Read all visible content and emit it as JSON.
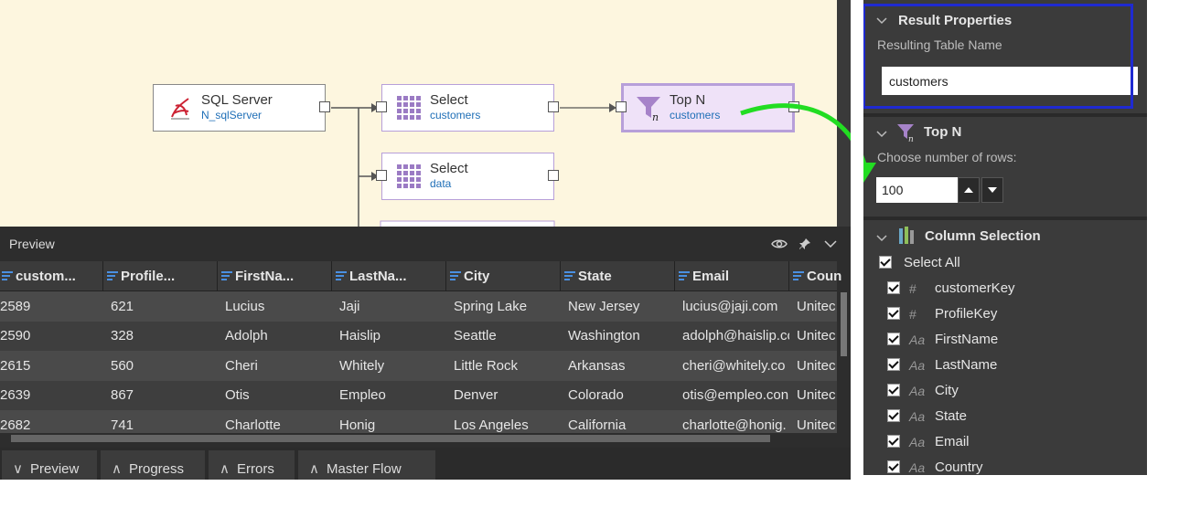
{
  "canvas": {
    "nodes": [
      {
        "id": "sql",
        "title": "SQL Server",
        "subtitle": "N_sqlServer",
        "icon": "sql-server-icon"
      },
      {
        "id": "select1",
        "title": "Select",
        "subtitle": "customers",
        "icon": "table-grid-icon"
      },
      {
        "id": "topn",
        "title": "Top N",
        "subtitle": "customers",
        "icon": "funnel-icon"
      },
      {
        "id": "select2",
        "title": "Select",
        "subtitle": "data",
        "icon": "table-grid-icon"
      }
    ]
  },
  "preview": {
    "title": "Preview",
    "columns": [
      "custom...",
      "Profile...",
      "FirstNa...",
      "LastNa...",
      "City",
      "State",
      "Email",
      "Coun"
    ],
    "rows": [
      [
        "2589",
        "621",
        "Lucius",
        "Jaji",
        "Spring Lake",
        "New Jersey",
        "lucius@jaji.com",
        "Unitec"
      ],
      [
        "2590",
        "328",
        "Adolph",
        "Haislip",
        "Seattle",
        "Washington",
        "adolph@haislip.co",
        "Unitec"
      ],
      [
        "2615",
        "560",
        "Cheri",
        "Whitely",
        "Little Rock",
        "Arkansas",
        "cheri@whitely.co",
        "Unitec"
      ],
      [
        "2639",
        "867",
        "Otis",
        "Empleo",
        "Denver",
        "Colorado",
        "otis@empleo.con",
        "Unitec"
      ],
      [
        "2682",
        "741",
        "Charlotte",
        "Honig",
        "Los Angeles",
        "California",
        "charlotte@honig.",
        "Unitec"
      ]
    ]
  },
  "tabs": [
    {
      "label": "Preview",
      "chev": "∨"
    },
    {
      "label": "Progress",
      "chev": "∧"
    },
    {
      "label": "Errors",
      "chev": "∧"
    },
    {
      "label": "Master Flow",
      "chev": "∧"
    }
  ],
  "panel": {
    "result_properties": {
      "title": "Result Properties",
      "label": "Resulting Table Name",
      "value": "customers"
    },
    "top_n": {
      "title": "Top N",
      "label": "Choose number of rows:",
      "value": "100"
    },
    "column_selection": {
      "title": "Column Selection",
      "select_all": "Select All",
      "columns": [
        {
          "name": "customerKey",
          "type": "#"
        },
        {
          "name": "ProfileKey",
          "type": "#"
        },
        {
          "name": "FirstName",
          "type": "Aa"
        },
        {
          "name": "LastName",
          "type": "Aa"
        },
        {
          "name": "City",
          "type": "Aa"
        },
        {
          "name": "State",
          "type": "Aa"
        },
        {
          "name": "Email",
          "type": "Aa"
        },
        {
          "name": "Country",
          "type": "Aa"
        }
      ]
    }
  },
  "colors": {
    "canvas_bg": "#fdf6df",
    "node_border": "#b79fd9",
    "highlight_box": "#1f2ad1",
    "arrow": "#22dd22",
    "link_text": "#1f6fb7"
  }
}
